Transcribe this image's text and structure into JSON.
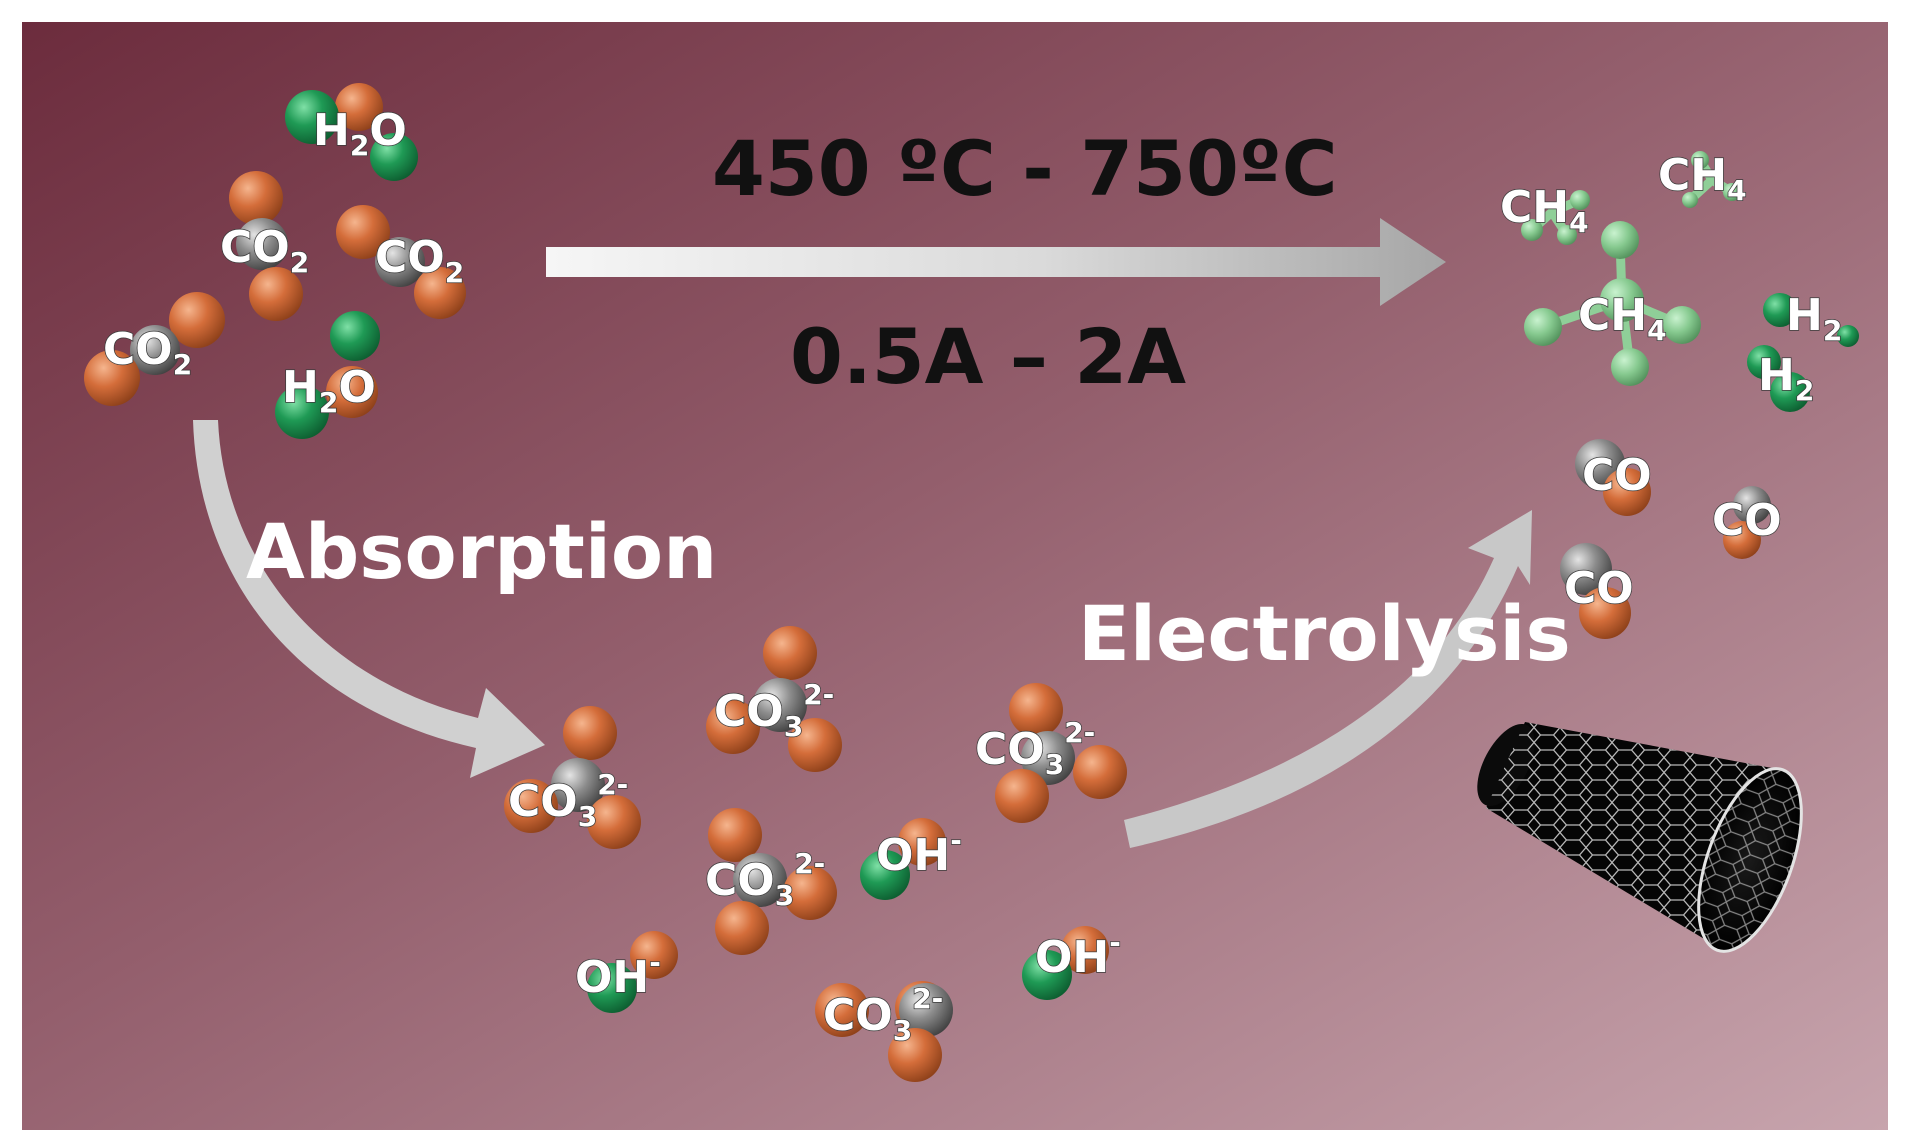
{
  "colors": {
    "oxygen": "#d9733f",
    "hydrogen": "#1f9a55",
    "carbon": "#8d8d8d",
    "methane_ball": "#8fd69a",
    "arrow_light": "#f4f4f4",
    "arrow_dark": "#a9a9a9",
    "bg_dark": "#6e3040",
    "bg_light": "#c7a4ad"
  },
  "process": {
    "temperature_label": "450 ºC - 750ºC",
    "current_label": "0.5A – 2A",
    "absorption_label": "Absorption",
    "electrolysis_label": "Electrolysis"
  },
  "reactants": [
    {
      "base": "H",
      "sub": "2",
      "tail": "O",
      "sup": ""
    },
    {
      "base": "CO",
      "sub": "2",
      "tail": "",
      "sup": ""
    },
    {
      "base": "CO",
      "sub": "2",
      "tail": "",
      "sup": ""
    },
    {
      "base": "CO",
      "sub": "2",
      "tail": "",
      "sup": ""
    },
    {
      "base": "H",
      "sub": "2",
      "tail": "O",
      "sup": ""
    }
  ],
  "intermediates": [
    {
      "base": "CO",
      "sub": "3",
      "tail": "",
      "sup": "2-"
    },
    {
      "base": "CO",
      "sub": "3",
      "tail": "",
      "sup": "2-"
    },
    {
      "base": "CO",
      "sub": "3",
      "tail": "",
      "sup": "2-"
    },
    {
      "base": "CO",
      "sub": "3",
      "tail": "",
      "sup": "2-"
    },
    {
      "base": "CO",
      "sub": "3",
      "tail": "",
      "sup": "2-"
    },
    {
      "base": "OH",
      "sub": "",
      "tail": "",
      "sup": "-"
    },
    {
      "base": "OH",
      "sub": "",
      "tail": "",
      "sup": "-"
    },
    {
      "base": "OH",
      "sub": "",
      "tail": "",
      "sup": "-"
    }
  ],
  "products": [
    {
      "base": "CH",
      "sub": "4",
      "tail": "",
      "sup": ""
    },
    {
      "base": "CH",
      "sub": "4",
      "tail": "",
      "sup": ""
    },
    {
      "base": "CH",
      "sub": "4",
      "tail": "",
      "sup": ""
    },
    {
      "base": "H",
      "sub": "2",
      "tail": "",
      "sup": ""
    },
    {
      "base": "H",
      "sub": "2",
      "tail": "",
      "sup": ""
    },
    {
      "base": "CO",
      "sub": "",
      "tail": "",
      "sup": ""
    },
    {
      "base": "CO",
      "sub": "",
      "tail": "",
      "sup": ""
    },
    {
      "base": "CO",
      "sub": "",
      "tail": "",
      "sup": ""
    }
  ]
}
